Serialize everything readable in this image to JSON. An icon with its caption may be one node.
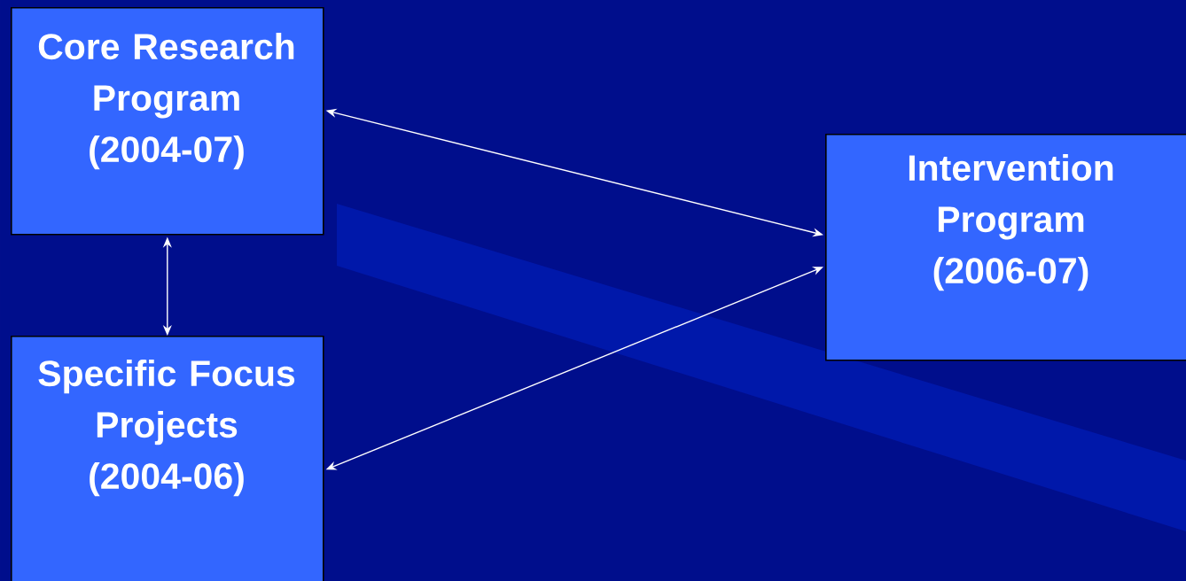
{
  "diagram": {
    "nodes": [
      {
        "text": [
          "Core Research Program (2004-07)"
        ]
      },
      {
        "text": [
          "Specific Focus Projects (2004-06)"
        ]
      },
      {
        "text": [
          "Intervention Program (2006-07)"
        ]
      }
    ],
    "edges": [
      {
        "from": 0,
        "to": 2,
        "arrow": "both"
      },
      {
        "from": 0,
        "to": 1,
        "arrow": "both"
      },
      {
        "from": 1,
        "to": 2,
        "arrow": "both"
      }
    ]
  }
}
